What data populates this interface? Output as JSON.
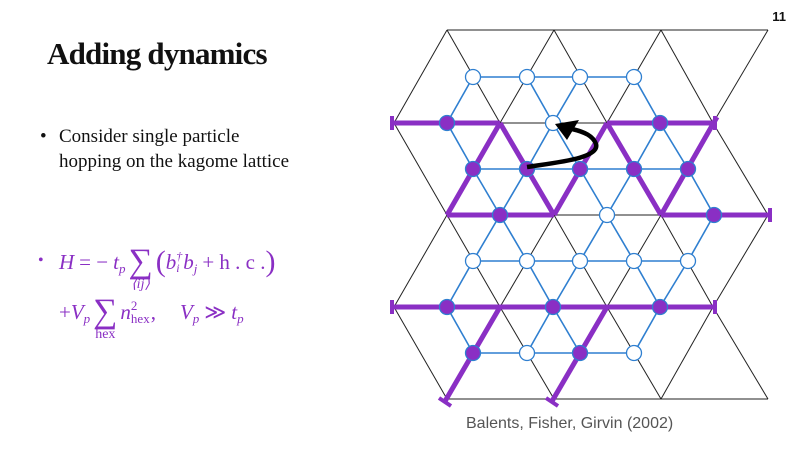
{
  "slide": {
    "page_number": "11",
    "title": "Adding dynamics",
    "bullets": [
      {
        "marker": "•",
        "text": "Consider single particle hopping on the kagome lattice"
      }
    ],
    "equation": {
      "marker": "•",
      "line1": {
        "lhs": "H",
        "eq": "= −",
        "t": "t",
        "t_sub": "p",
        "sum": "∑",
        "sum_under": "⟨ij⟩",
        "open": "(",
        "b1": "b",
        "b1_sub": "i",
        "b1_sup": "†",
        "b2": "b",
        "b2_sub": "j",
        "plus_hc": "+ h . c .",
        "close": ")"
      },
      "line2": {
        "plus": "+",
        "V": "V",
        "V_sub": "p",
        "sum": "∑",
        "sum_under": "hex",
        "n": "n",
        "n_sup": "2",
        "n_sub": "hex",
        "comma": ",",
        "cond_V": "V",
        "cond_V_sub": "p",
        "cond_op": "≫",
        "cond_t": "t",
        "cond_t_sub": "p"
      }
    },
    "figure_caption": "Balents, Fisher, Girvin (2002)",
    "colors": {
      "accent": "#8a2fc4",
      "kagome": "#2f7fd0",
      "lattice": "#000000"
    }
  }
}
